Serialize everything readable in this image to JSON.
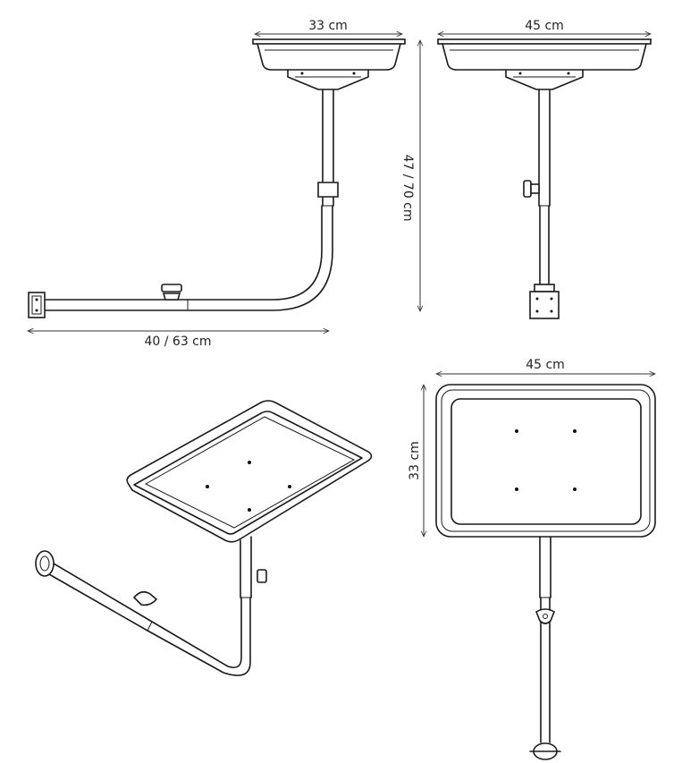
{
  "views": {
    "side": {
      "width_label": "33 cm",
      "length_label": "40 / 63 cm"
    },
    "front": {
      "width_label": "45 cm",
      "height_label": "47 / 70 cm"
    },
    "top": {
      "width_label": "45 cm",
      "depth_label": "33 cm"
    }
  },
  "colors": {
    "line": "#1a1a1a",
    "background": "#ffffff"
  }
}
